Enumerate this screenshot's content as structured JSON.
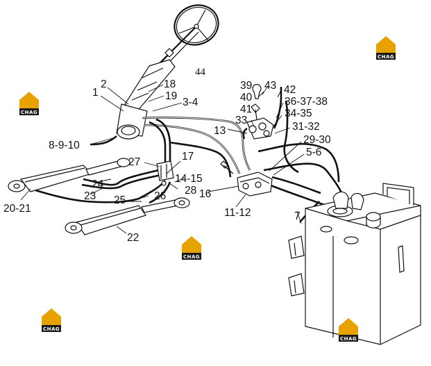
{
  "callouts": [
    {
      "id": "c44",
      "text": "44"
    },
    {
      "id": "c2",
      "text": "2"
    },
    {
      "id": "c1",
      "text": "1"
    },
    {
      "id": "c18",
      "text": "18"
    },
    {
      "id": "c19",
      "text": "19"
    },
    {
      "id": "c3-4",
      "text": "3-4"
    },
    {
      "id": "c39",
      "text": "39"
    },
    {
      "id": "c40",
      "text": "40"
    },
    {
      "id": "c41",
      "text": "41"
    },
    {
      "id": "c43",
      "text": "43"
    },
    {
      "id": "c42",
      "text": "42"
    },
    {
      "id": "c36-37-38",
      "text": "36-37-38"
    },
    {
      "id": "c34-35",
      "text": "34-35"
    },
    {
      "id": "c33",
      "text": "33"
    },
    {
      "id": "c13",
      "text": "13"
    },
    {
      "id": "c31-32",
      "text": "31-32"
    },
    {
      "id": "c29-30",
      "text": "29-30"
    },
    {
      "id": "c5-6",
      "text": "5-6"
    },
    {
      "id": "c8-9-10",
      "text": "8-9-10"
    },
    {
      "id": "c27",
      "text": "27"
    },
    {
      "id": "c17",
      "text": "17"
    },
    {
      "id": "c14-15",
      "text": "14-15"
    },
    {
      "id": "c24",
      "text": "24"
    },
    {
      "id": "c23",
      "text": "23"
    },
    {
      "id": "c26",
      "text": "26"
    },
    {
      "id": "c28",
      "text": "28"
    },
    {
      "id": "c16",
      "text": "16"
    },
    {
      "id": "c25",
      "text": "25"
    },
    {
      "id": "c20-21",
      "text": "20-21"
    },
    {
      "id": "c11-12",
      "text": "11-12"
    },
    {
      "id": "c7",
      "text": "7"
    },
    {
      "id": "c22",
      "text": "22"
    }
  ],
  "watermark": {
    "logo_text": "CHAG",
    "logo_letter": "H",
    "logo_color": "#e8a200",
    "logo_dark": "#1a1a1a"
  }
}
